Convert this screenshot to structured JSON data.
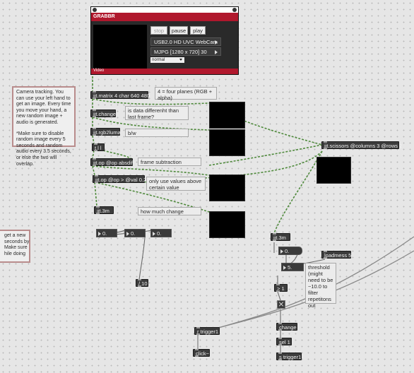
{
  "grabbr": {
    "title": "GRABBR",
    "buttons": {
      "stop": "stop",
      "pause": "pause",
      "play": "play"
    },
    "device_menu": "USB2.0 HD UVC WebCam",
    "format_menu": "MJPG [1280 x 720] 30",
    "mode_menu": "normal",
    "video_label": "Video"
  },
  "left_panel": {
    "paragraph1": "Camera tracking. You can use your left hand to get an image. Every time you move your hand, a new random image + audio is generated.",
    "paragraph2": "*Make sure to disable random image every 5 seconds and random audio every 3.5 seconds, or else the two will overlap."
  },
  "cut_panel": {
    "text": "get a new seconds by Make sure hile doing"
  },
  "objects": {
    "jit_matrix": "jit.matrix 4 char 640 480",
    "jit_change": "jit.change",
    "jit_rgb2luma": "jit.rgb2luma",
    "t_l_l": "t l l",
    "jit_op_absdiff": "jit.op @op absdiff",
    "jit_op_gt": "jit.op @op > @val 0.2",
    "jit_3m_left": "jit.3m",
    "jit_scissors": "jit.scissors @columns 3 @rows 2",
    "jit_3m_right": "jit.3m",
    "loadmess": "loadmess 5",
    "gt1": "> 1",
    "div10": "/ 10",
    "change": "change",
    "sel1": "sel 1",
    "s_trigger": "s trigger1",
    "r_trigger": "r trigger1",
    "click": "click~"
  },
  "comments": {
    "four_planes": "4 = four planes (RGB + alpha)",
    "is_data_diff": "is data differenht than last frame?",
    "bw": "b/w",
    "frame_subtraction": "frame subtraction",
    "only_values": "only use values above certain value",
    "how_much": "how much change",
    "threshold": "threshold (might need to be ~10.0 to filter repetitons out"
  },
  "number_boxes": {
    "n1": "0.",
    "n2": "0.",
    "n3": "0.",
    "n4": "0.",
    "n5": "5."
  },
  "colors": {
    "patch_bg": "#e6e6e6",
    "object_bg": "#3c3c3c",
    "matrix_wire": "#4f8a3c",
    "grabbr_red": "#b0182d"
  }
}
